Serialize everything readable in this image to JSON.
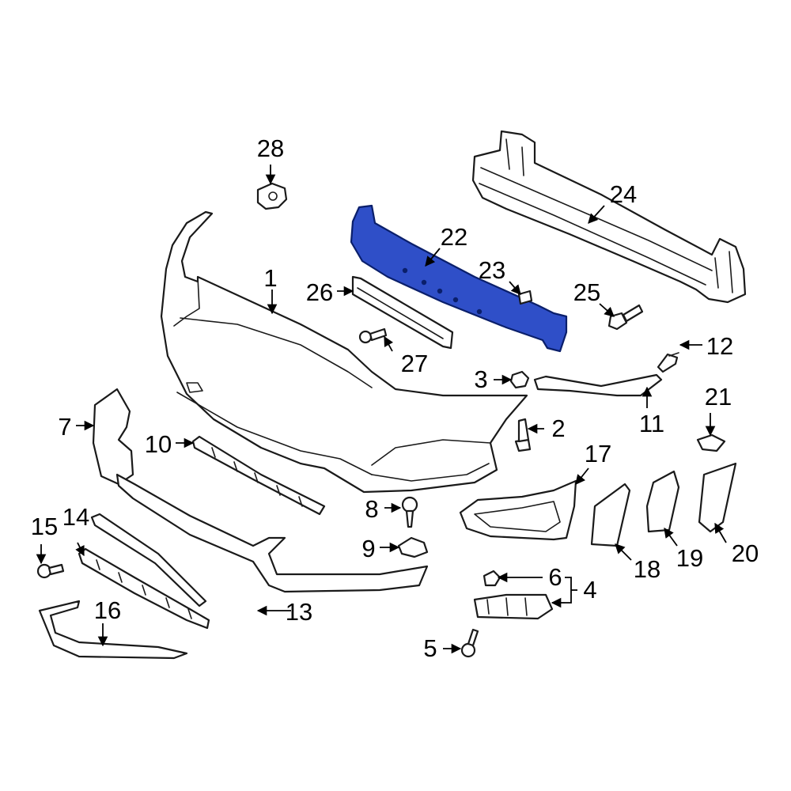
{
  "highlight_color": "#2f4fc8",
  "callouts": [
    {
      "id": "1",
      "text": "1"
    },
    {
      "id": "2",
      "text": "2"
    },
    {
      "id": "3",
      "text": "3"
    },
    {
      "id": "4",
      "text": "4"
    },
    {
      "id": "5",
      "text": "5"
    },
    {
      "id": "6",
      "text": "6"
    },
    {
      "id": "7",
      "text": "7"
    },
    {
      "id": "8",
      "text": "8"
    },
    {
      "id": "9",
      "text": "9"
    },
    {
      "id": "10",
      "text": "10"
    },
    {
      "id": "11",
      "text": "11"
    },
    {
      "id": "12",
      "text": "12"
    },
    {
      "id": "13",
      "text": "13"
    },
    {
      "id": "14",
      "text": "14"
    },
    {
      "id": "15",
      "text": "15"
    },
    {
      "id": "16",
      "text": "16"
    },
    {
      "id": "17",
      "text": "17"
    },
    {
      "id": "18",
      "text": "18"
    },
    {
      "id": "19",
      "text": "19"
    },
    {
      "id": "20",
      "text": "20"
    },
    {
      "id": "21",
      "text": "21"
    },
    {
      "id": "22",
      "text": "22"
    },
    {
      "id": "23",
      "text": "23"
    },
    {
      "id": "24",
      "text": "24"
    },
    {
      "id": "25",
      "text": "25"
    },
    {
      "id": "26",
      "text": "26"
    },
    {
      "id": "27",
      "text": "27"
    },
    {
      "id": "28",
      "text": "28"
    }
  ]
}
